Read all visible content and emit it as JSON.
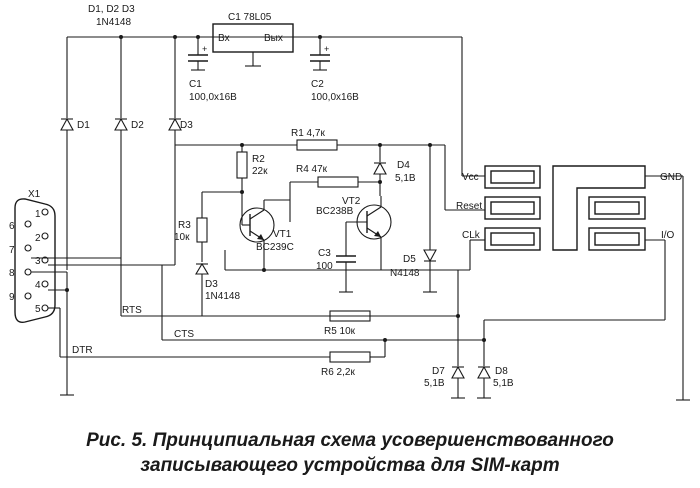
{
  "caption": {
    "figure_label": "Рис.",
    "figure_number": "5.",
    "line1": "Принципиальная схема усовершенствованного",
    "line2": "записывающего устройства для SIM-карт"
  },
  "labels": {
    "diodes_header": "D1, D2  D3",
    "diodes_type": "1N4148",
    "reg_name": "C1  78L05",
    "reg_in": "Bx",
    "reg_out": "Bых",
    "c1_name": "C1",
    "c1_value": "100,0x16B",
    "c2_name": "C2",
    "c2_value": "100,0x16B",
    "d1": "D1",
    "d2": "D2",
    "d3": "D3",
    "x1": "X1",
    "pin6": "6",
    "pin7": "7",
    "pin8": "8",
    "pin9": "9",
    "pin1": "1",
    "pin2": "2",
    "pin3": "3",
    "pin4": "4",
    "pin5": "5",
    "r1": "R1  4,7к",
    "r2_name": "R2",
    "r2_value": "22к",
    "r3_name": "R3",
    "r3_value": "10к",
    "r4": "R4  47к",
    "d4_name": "D4",
    "d4_value": "5,1B",
    "vt1_name": "VT1",
    "vt1_type": "BC239C",
    "vt2_name": "VT2",
    "vt2_type": "BC238B",
    "c3_name": "C3",
    "c3_value": "100",
    "d5_name": "D5",
    "d5_type": "N4148",
    "d3b_name": "D3",
    "d3b_type": "1N4148",
    "rts": "RTS",
    "cts": "CTS",
    "dtr": "DTR",
    "r5": "R5  10к",
    "r6": "R6  2,2к",
    "d7_name": "D7",
    "d7_value": "5,1B",
    "d8_name": "D8",
    "d8_value": "5,1B",
    "vcc": "Vcc",
    "reset": "Reset",
    "clk": "CLk",
    "gnd": "GND",
    "io": "I/O"
  }
}
